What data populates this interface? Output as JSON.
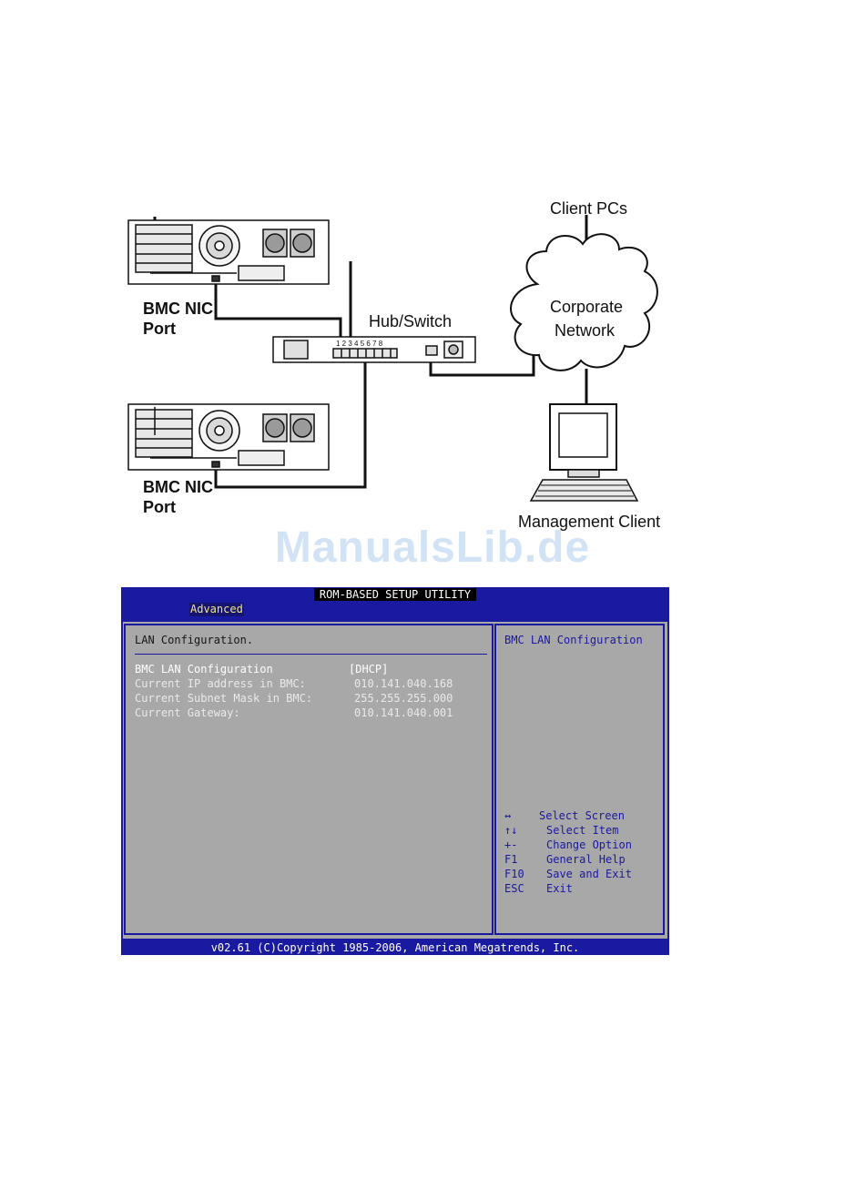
{
  "diagram": {
    "labels": {
      "client_pcs": "Client PCs",
      "corporate": "Corporate",
      "network": "Network",
      "hub_switch": "Hub/Switch",
      "bmc_nic_1": "BMC NIC",
      "port_1": "Port",
      "bmc_nic_2": "BMC NIC",
      "port_2": "Port",
      "management_client": "Management Client",
      "switch_ports": "1 2 3 4 5 6 7 8"
    }
  },
  "watermark": "ManualsLib.de",
  "bios": {
    "title": "ROM-BASED SETUP UTILITY",
    "tab": "Advanced",
    "section_title": "LAN Configuration.",
    "rows": [
      {
        "label": "BMC LAN Configuration",
        "value": "[DHCP]"
      },
      {
        "label": "Current IP address in BMC:",
        "value": "010.141.040.168"
      },
      {
        "label": "Current Subnet Mask in BMC:",
        "value": "255.255.255.000"
      },
      {
        "label": "Current Gateway:",
        "value": "010.141.040.001"
      }
    ],
    "help_title": "BMC LAN Configuration",
    "keys": [
      {
        "key": "↔",
        "action": "Select Screen"
      },
      {
        "key": "↑↓",
        "action": "Select Item"
      },
      {
        "key": "+-",
        "action": "Change Option"
      },
      {
        "key": "F1",
        "action": "General Help"
      },
      {
        "key": "F10",
        "action": "Save and Exit"
      },
      {
        "key": "ESC",
        "action": "Exit"
      }
    ],
    "footer": "v02.61 (C)Copyright 1985-2006, American Megatrends, Inc."
  }
}
